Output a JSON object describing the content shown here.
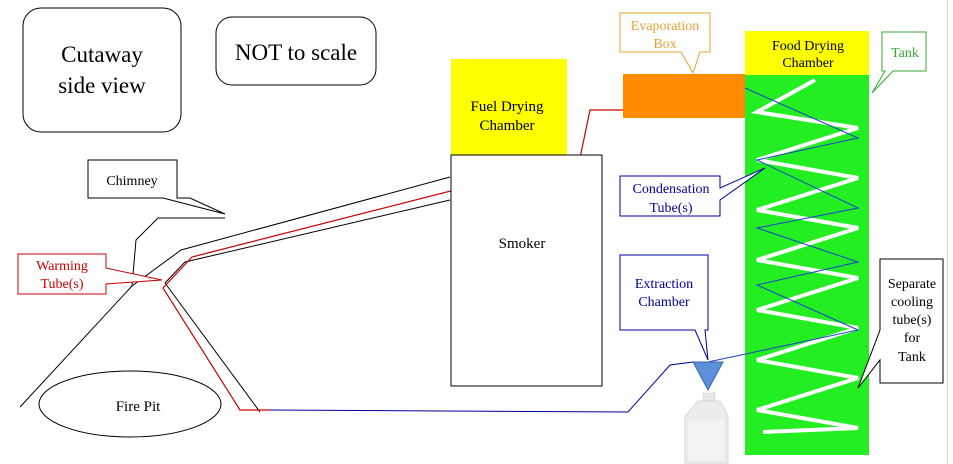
{
  "labels": {
    "cutaway_line1": "Cutaway",
    "cutaway_line2": "side view",
    "not_to_scale": "NOT to scale",
    "chimney": "Chimney",
    "warming_line1": "Warming",
    "warming_line2": "Tube(s)",
    "fire_pit": "Fire Pit",
    "fuel_drying_line1": "Fuel Drying",
    "fuel_drying_line2": "Chamber",
    "smoker": "Smoker",
    "evaporation_line1": "Evaporation",
    "evaporation_line2": "Box",
    "food_drying_line1": "Food Drying",
    "food_drying_line2": "Chamber",
    "tank": "Tank",
    "condensation_line1": "Condensation",
    "condensation_line2": "Tube(s)",
    "extraction_line1": "Extraction",
    "extraction_line2": "Chamber",
    "cooling_line1": "Separate",
    "cooling_line2": "cooling",
    "cooling_line3": "tube(s)",
    "cooling_line4": "for",
    "cooling_line5": "Tank"
  },
  "colors": {
    "red_callout": "#cc0000",
    "blue_callout": "#000099",
    "orange_callout": "#e8a033",
    "green_callout": "#33aa33",
    "yellow_chamber": "#ffff00",
    "orange_box": "#ff8c00",
    "green_tank": "#22ee22"
  }
}
